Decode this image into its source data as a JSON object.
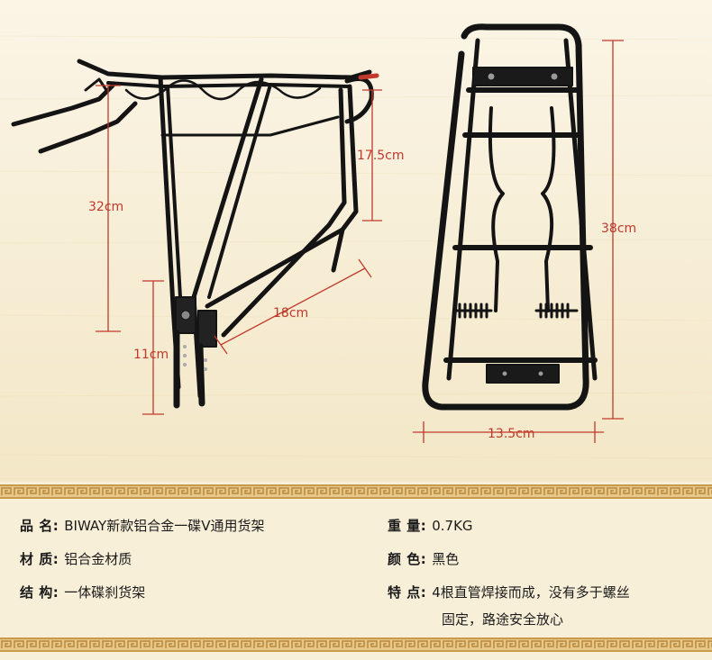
{
  "dimensions": {
    "rack_height": "32cm",
    "stay_drop": "17.5cm",
    "strut_length": "18cm",
    "leg_length": "11cm",
    "top_length": "38cm",
    "top_width": "13.5cm"
  },
  "specs": [
    {
      "key": "品 名:",
      "value": "BIWAY新款铝合金一碟V通用货架"
    },
    {
      "key": "重 量:",
      "value": "0.7KG"
    },
    {
      "key": "材 质:",
      "value": "铝合金材质"
    },
    {
      "key": "颜 色:",
      "value": "黑色"
    },
    {
      "key": "结 构:",
      "value": "一体碟刹货架"
    },
    {
      "key": "特 点:",
      "value": "4根直管焊接而成，没有多于螺丝",
      "value2": "固定，路途安全放心"
    }
  ],
  "colors": {
    "background": "#f8efd8",
    "dimension_red": "#c0392b",
    "band_gold": "#d8b26a",
    "rack_black": "#141414"
  }
}
